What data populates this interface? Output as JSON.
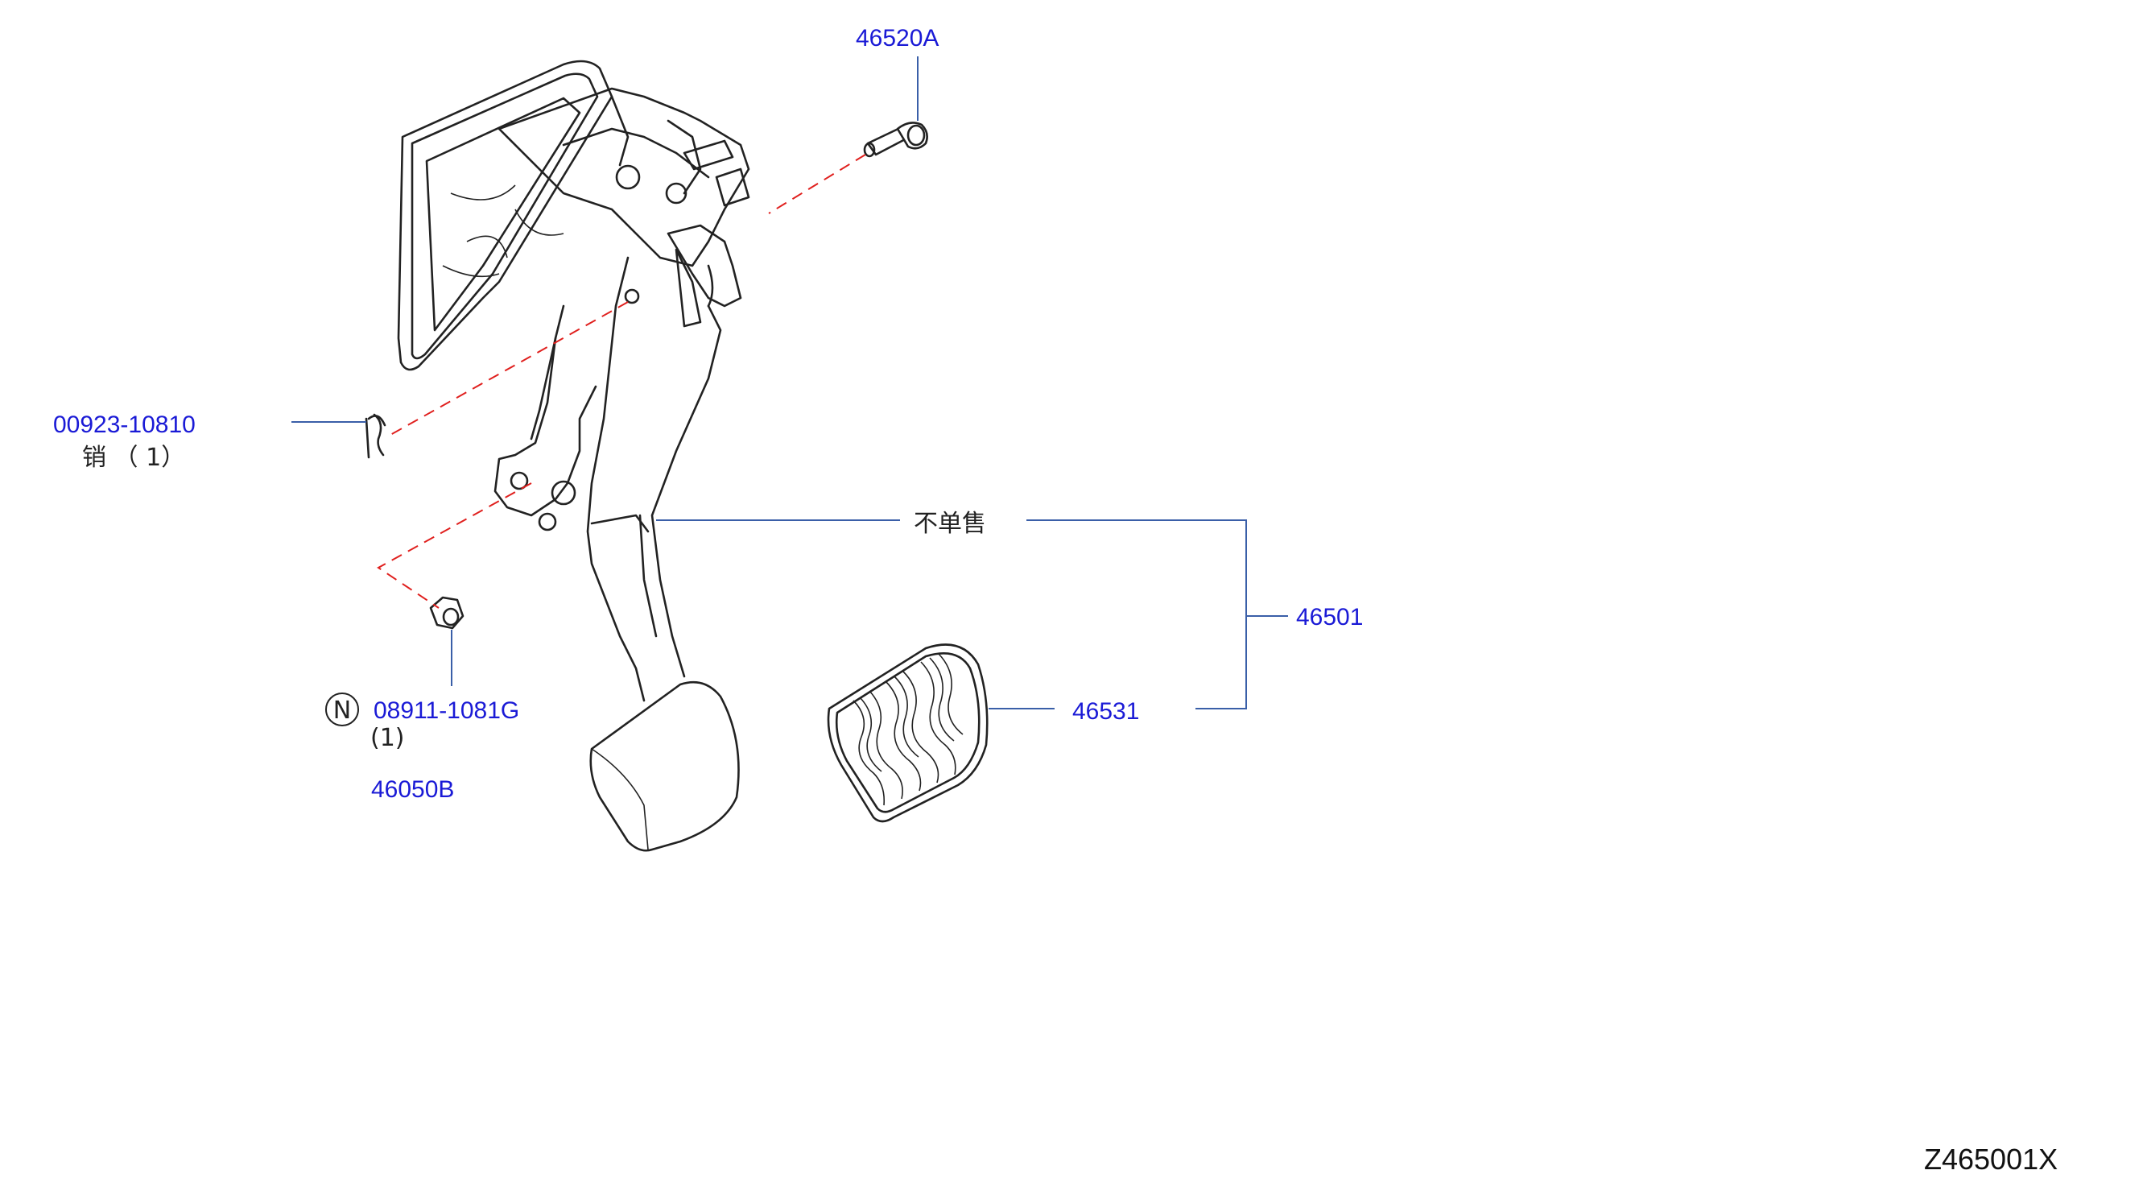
{
  "colors": {
    "part_number": "#1a1ad6",
    "leader_line": "#3a5fa8",
    "dashed_line": "#e0201e",
    "line_art": "#222222",
    "background": "#ffffff"
  },
  "callouts": {
    "bolt": {
      "part_number": "46520A"
    },
    "pin": {
      "part_number": "00923-10810",
      "note": "销 （ 1）"
    },
    "nut": {
      "badge": "N",
      "part_number": "08911-1081G",
      "qty": "(1)"
    },
    "assembly_code": {
      "part_number": "46050B"
    },
    "pedal_assy": {
      "note": "不单售",
      "part_number": "46501"
    },
    "pedal_pad": {
      "part_number": "46531"
    }
  },
  "diagram_code": "Z465001X",
  "icons": [
    "pedal-bracket-drawing",
    "pedal-arm-drawing",
    "pedal-pad-drawing",
    "bolt-drawing",
    "nut-drawing",
    "snap-pin-drawing"
  ]
}
